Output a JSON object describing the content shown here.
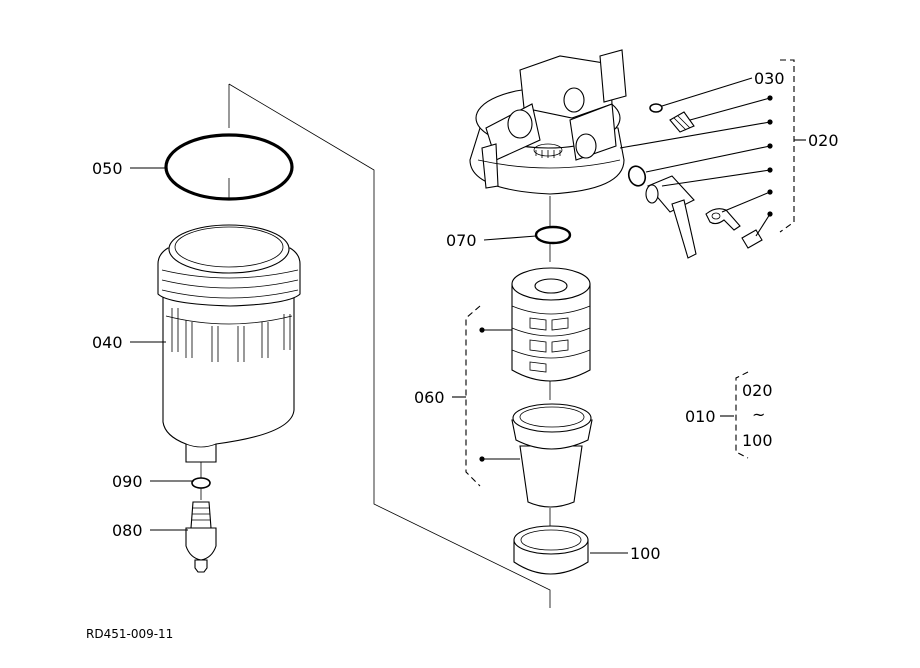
{
  "labels": {
    "p010": "010",
    "p020": "020",
    "p030": "030",
    "p040": "040",
    "p050": "050",
    "p060": "060",
    "p070": "070",
    "p080": "080",
    "p090": "090",
    "p100": "100",
    "range_from": "020",
    "range_sep": "~",
    "range_to": "100"
  },
  "drawing_code": "RD451-009-11"
}
